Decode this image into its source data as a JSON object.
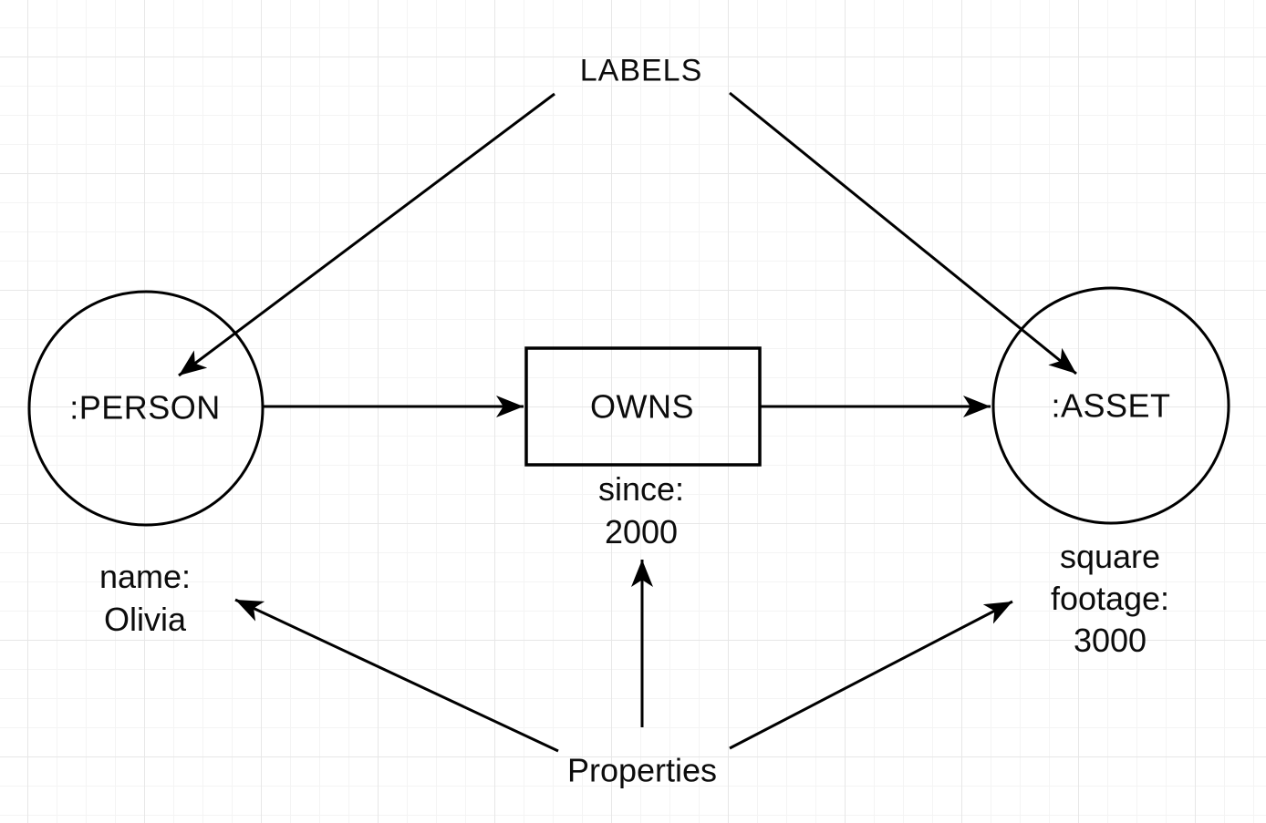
{
  "colors": {
    "stroke": "#000000",
    "text": "#0c0c0c",
    "background": "#ffffff",
    "grid_minor": "#f4f4f4",
    "grid_major": "#e7e7e7"
  },
  "canvas": {
    "callouts": {
      "labels": "LABELS",
      "properties": "Properties"
    },
    "person": {
      "label": ":PERSON",
      "property_lines": [
        "name:",
        "Olivia"
      ]
    },
    "asset": {
      "label": ":ASSET",
      "property_lines": [
        "square",
        "footage:",
        "3000"
      ]
    },
    "relationship": {
      "label": "OWNS",
      "property_lines": [
        "since:",
        "2000"
      ]
    }
  }
}
